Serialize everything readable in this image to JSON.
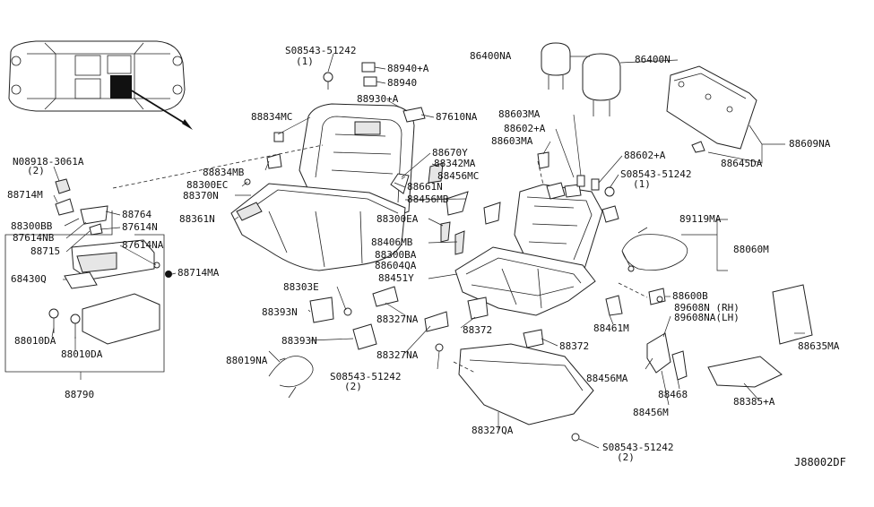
{
  "labels": {
    "bolt_top": "S08543-51242",
    "bolt_top_qty": "(1)",
    "clip_88940a": "88940+A",
    "clip_88940": "88940",
    "clip_88930a": "88930+A",
    "cover_87610na": "87610NA",
    "hook_88834mc": "88834MC",
    "hook_88834mb": "88834MB",
    "fix_88300ec": "88300EC",
    "pad_88370n": "88370N",
    "cushion_88361n": "88361N",
    "stop_88670y": "88670Y",
    "hinge_88342ma": "88342MA",
    "trim_88661n": "88661N",
    "trim_88456mc": "88456MC",
    "trim_88456mb": "88456MB",
    "fix_88300ea": "88300EA",
    "bracket_88406mb": "88406MB",
    "fix_88300ba": "88300BA",
    "bracket_88604qa": "88604QA",
    "cover_88451y": "88451Y",
    "nut_label": "N08918-3061A",
    "nut_qty": "(2)",
    "trim_88714m": "88714M",
    "fix_88300bb": "88300BB",
    "finisher_87614nb": "87614NB",
    "stay_88764": "88764",
    "finisher_87614n": "87614N",
    "clip_88715": "88715",
    "finisher_87614na": "87614NA",
    "cushion_88714ma": "88714MA",
    "lid_68430q": "68430Q",
    "bolt_88010da_a": "88010DA",
    "bolt_88010da_b": "88010DA",
    "armrest_88790": "88790",
    "head_86400na": "86400NA",
    "head_86400n": "86400N",
    "back_88609na": "88609NA",
    "clip_88645da": "88645DA",
    "lock_88603ma_a": "88603MA",
    "lock_88602a_a": "88602+A",
    "lock_88603ma_b": "88603MA",
    "lock_88602a_b": "88602+A",
    "bolt_mid": "S08543-51242",
    "bolt_mid_qty": "(1)",
    "harness_89119ma": "89119MA",
    "frame_88060m": "88060M",
    "nut_88600b": "88600B",
    "clip_89608n": "89608N (RH)",
    "clip_89608na": "89608NA(LH)",
    "cover_88635ma": "88635MA",
    "pad_88461m": "88461M",
    "trim_88456ma": "88456MA",
    "trim_88468": "88468",
    "trim_88456m": "88456M",
    "board_88385a": "88385+A",
    "hook_88303e": "88303E",
    "cover_88393n_a": "88393N",
    "cover_88393n_b": "88393N",
    "cover_88327na_a": "88327NA",
    "cover_88327na_b": "88327NA",
    "cover_88372_a": "88372",
    "cover_88372_b": "88372",
    "harness_88019na": "88019NA",
    "bolt_low": "S08543-51242",
    "bolt_low_qty": "(2)",
    "cover_88327qa": "88327QA",
    "bolt_bottom": "S08543-51242",
    "bolt_bottom_qty": "(2)",
    "diagram_code": "J88002DF"
  }
}
